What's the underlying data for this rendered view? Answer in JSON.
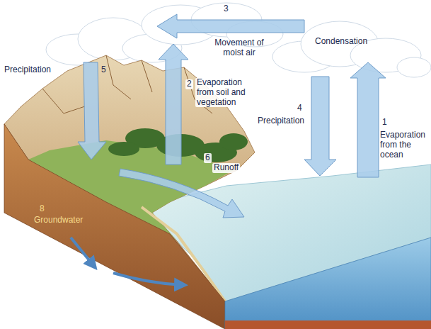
{
  "diagram": {
    "labels": [
      "3",
      "Condensation",
      "Movement of moist air",
      "Precipitation",
      "5",
      "2",
      "Evaporation from soil and vegetation",
      "4",
      "Precipitation",
      "1",
      "Evaporation from the ocean",
      "6",
      "Runoff",
      "8",
      "Groundwater"
    ]
  }
}
